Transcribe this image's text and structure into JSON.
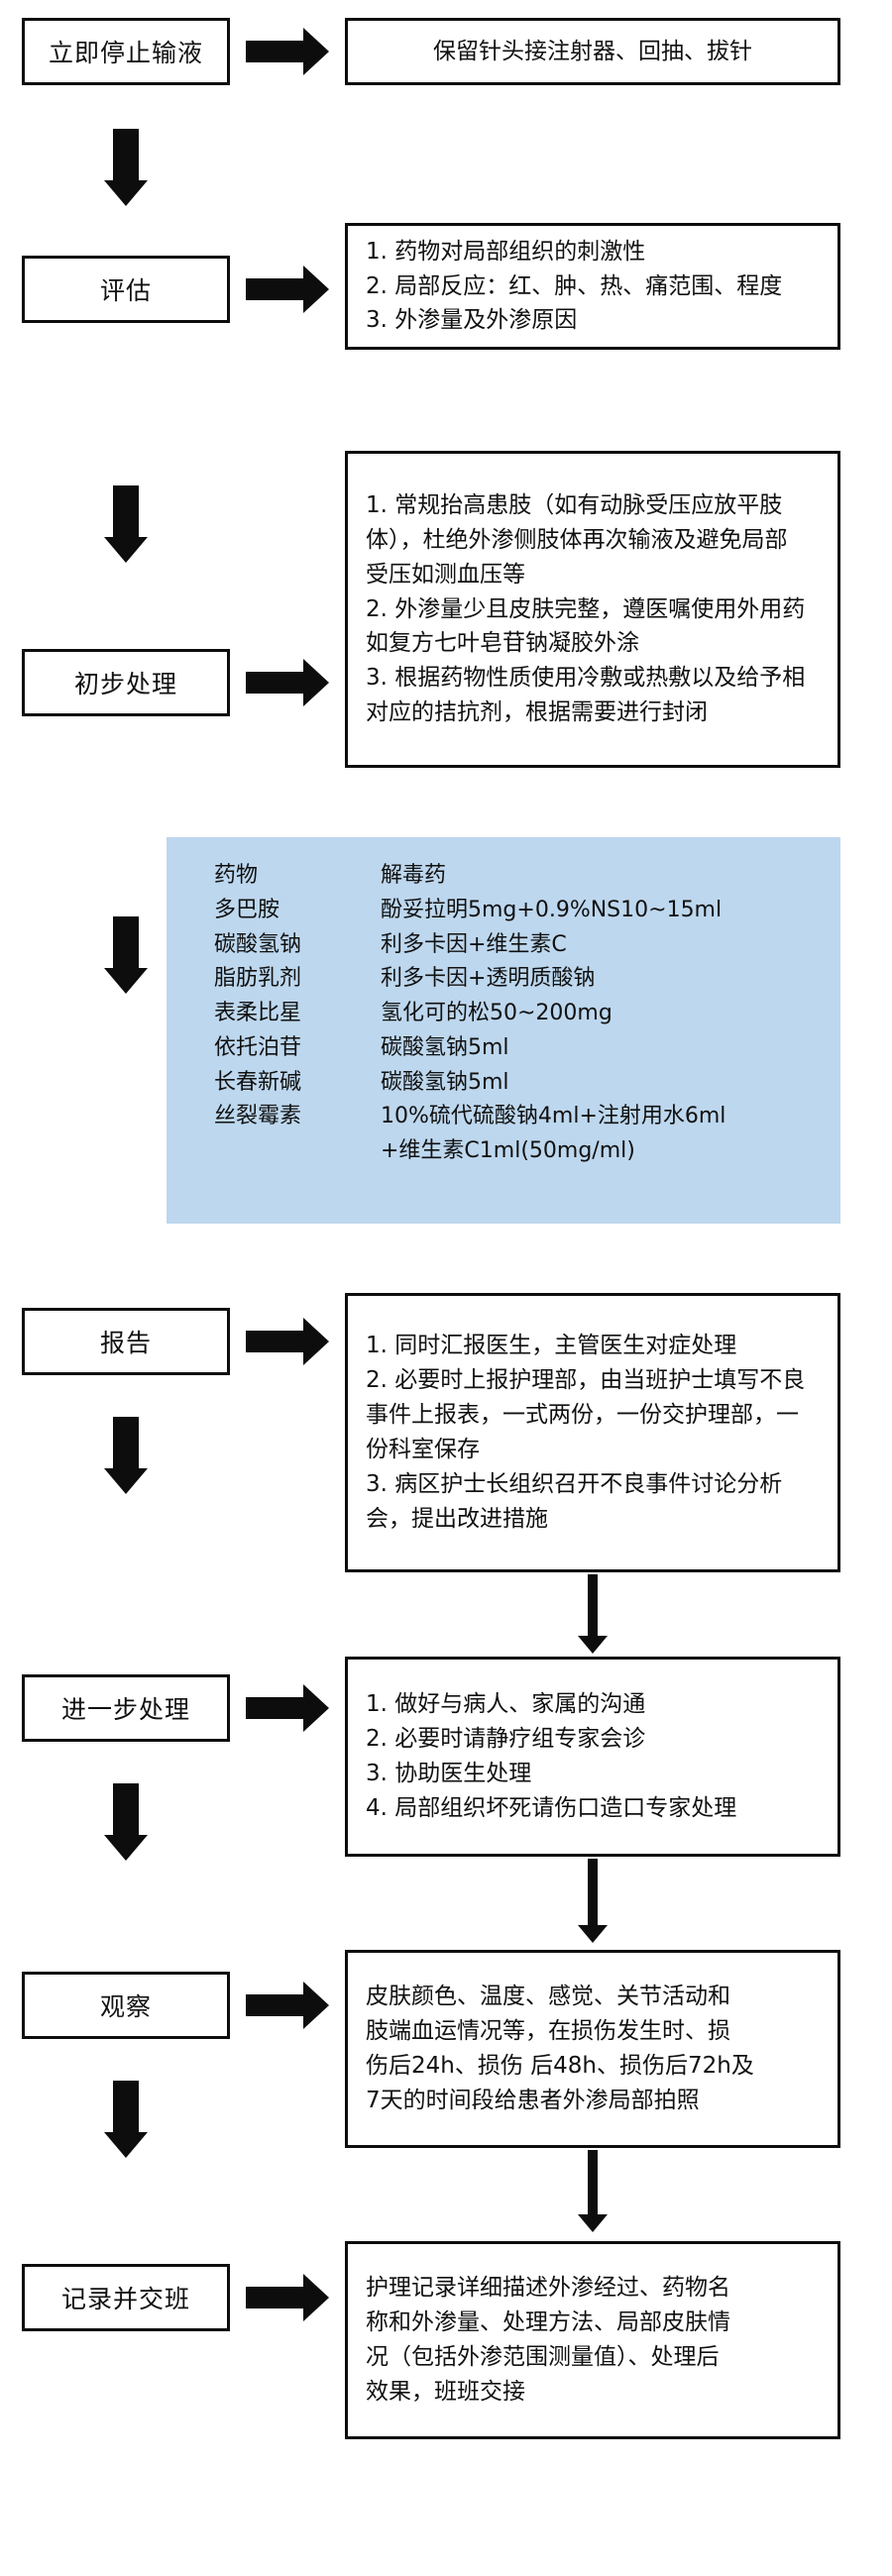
{
  "flow": {
    "steps": [
      {
        "stage": "立即停止输液",
        "detail": [
          "保留针头接注射器、回抽、拔针"
        ]
      },
      {
        "stage": "评估",
        "detail": [
          "1. 药物对局部组织的刺激性",
          "2. 局部反应：红、肿、热、痛范围、程度",
          "3. 外渗量及外渗原因"
        ]
      },
      {
        "stage": "初步处理",
        "detail": [
          "1. 常规抬高患肢（如有动脉受压应放平肢",
          "体），杜绝外渗侧肢体再次输液及避免局部",
          "受压如测血压等",
          "2. 外渗量少且皮肤完整，遵医嘱使用外用药",
          "如复方七叶皂苷钠凝胶外涂",
          "3. 根据药物性质使用冷敷或热敷以及给予相",
          "对应的拮抗剂，根据需要进行封闭"
        ]
      },
      {
        "stage": "报告",
        "detail": [
          "1. 同时汇报医生，主管医生对症处理",
          "2. 必要时上报护理部，由当班护士填写不良",
          "事件上报表，一式两份，一份交护理部，一",
          "份科室保存",
          "3. 病区护士长组织召开不良事件讨论分析",
          "会，提出改进措施"
        ]
      },
      {
        "stage": "进一步处理",
        "detail": [
          "1. 做好与病人、家属的沟通",
          "2. 必要时请静疗组专家会诊",
          "3. 协助医生处理",
          "4. 局部组织坏死请伤口造口专家处理"
        ]
      },
      {
        "stage": "观察",
        "detail": [
          "皮肤颜色、温度、感觉、关节活动和",
          "肢端血运情况等，在损伤发生时、损",
          "伤后24h、损伤 后48h、损伤后72h及",
          "7天的时间段给患者外渗局部拍照"
        ]
      },
      {
        "stage": "记录并交班",
        "detail": [
          "护理记录详细描述外渗经过、药物名",
          "称和外渗量、处理方法、局部皮肤情",
          "况（包括外渗范围测量值）、处理后",
          "效果，班班交接"
        ]
      }
    ]
  },
  "antidote_table": {
    "header": {
      "drug": "药物",
      "antidote": "解毒药"
    },
    "rows": [
      {
        "drug": "多巴胺",
        "antidote": "酚妥拉明5mg+0.9%NS10~15ml"
      },
      {
        "drug": "碳酸氢钠",
        "antidote": "利多卡因+维生素C"
      },
      {
        "drug": "脂肪乳剂",
        "antidote": "利多卡因+透明质酸钠"
      },
      {
        "drug": "表柔比星",
        "antidote": "氢化可的松50~200mg"
      },
      {
        "drug": "依托泊苷",
        "antidote": "碳酸氢钠5ml"
      },
      {
        "drug": "长春新碱",
        "antidote": "碳酸氢钠5ml"
      },
      {
        "drug": "丝裂霉素",
        "antidote": "10%硫代硫酸钠4ml+注射用水6ml"
      },
      {
        "drug": "",
        "antidote": "+维生素C1ml(50mg/ml)",
        "continuation": true
      }
    ]
  },
  "colors": {
    "panel_fill": "#bdd7ee",
    "stroke": "#0d0d0d",
    "background": "#ffffff"
  }
}
